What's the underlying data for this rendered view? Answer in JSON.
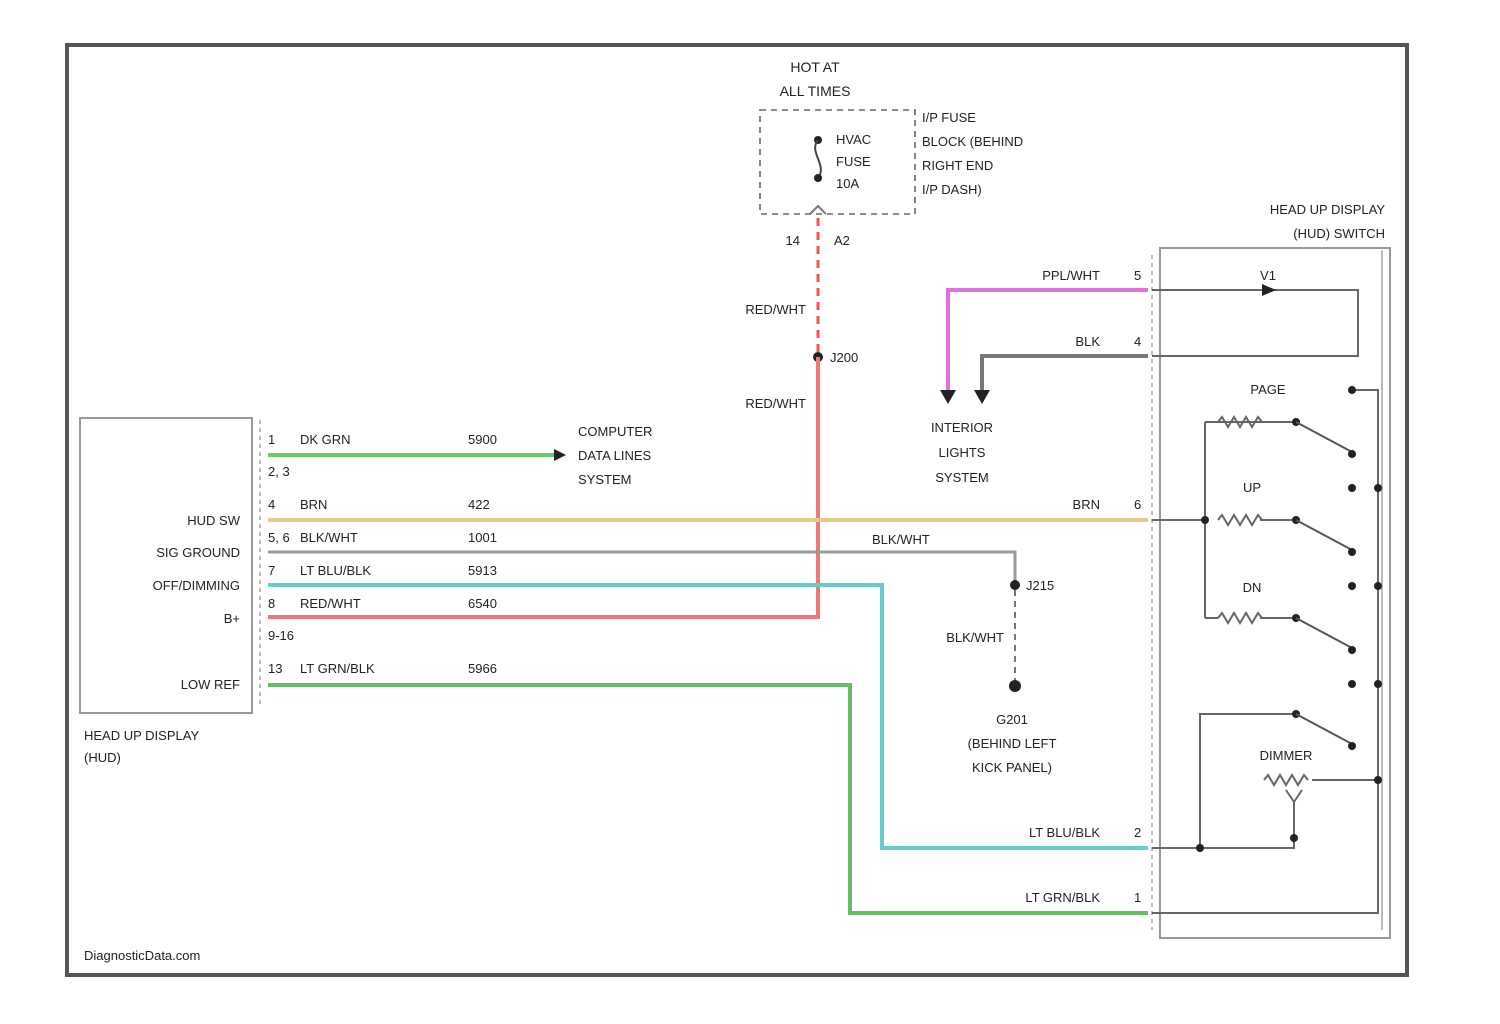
{
  "supply": {
    "title_l1": "HOT AT",
    "title_l2": "ALL TIMES",
    "fuse_l1": "HVAC",
    "fuse_l2": "FUSE",
    "fuse_l3": "10A",
    "block_l1": "I/P FUSE",
    "block_l2": "BLOCK (BEHIND",
    "block_l3": "RIGHT END",
    "block_l4": "I/P DASH)",
    "pin_left": "14",
    "pin_right": "A2"
  },
  "splices": {
    "j200": "J200",
    "j215": "J215"
  },
  "ground": {
    "l1": "G201",
    "l2": "(BEHIND LEFT",
    "l3": "KICK PANEL)"
  },
  "hud": {
    "name_l1": "HEAD UP DISPLAY",
    "name_l2": "(HUD)",
    "terminals": [
      {
        "label": "",
        "pin": "1",
        "color": "DK GRN",
        "circuit": "5900"
      },
      {
        "label": "",
        "pin": "2, 3",
        "color": "",
        "circuit": ""
      },
      {
        "label": "HUD SW",
        "pin": "4",
        "color": "BRN",
        "circuit": "422"
      },
      {
        "label": "SIG GROUND",
        "pin": "5, 6",
        "color": "BLK/WHT",
        "circuit": "1001"
      },
      {
        "label": "OFF/DIMMING",
        "pin": "7",
        "color": "LT BLU/BLK",
        "circuit": "5913"
      },
      {
        "label": "B+",
        "pin": "8",
        "color": "RED/WHT",
        "circuit": "6540"
      },
      {
        "label": "",
        "pin": "9-16",
        "color": "",
        "circuit": ""
      },
      {
        "label": "LOW REF",
        "pin": "13",
        "color": "LT GRN/BLK",
        "circuit": "5966"
      }
    ]
  },
  "cdl": {
    "l1": "COMPUTER",
    "l2": "DATA LINES",
    "l3": "SYSTEM"
  },
  "ils": {
    "l1": "INTERIOR",
    "l2": "LIGHTS",
    "l3": "SYSTEM"
  },
  "switch": {
    "title_l1": "HEAD UP DISPLAY",
    "title_l2": "(HUD) SWITCH",
    "pins": [
      {
        "color": "PPL/WHT",
        "pin": "5"
      },
      {
        "color": "BLK",
        "pin": "4"
      },
      {
        "color": "BRN",
        "pin": "6"
      },
      {
        "color": "LT BLU/BLK",
        "pin": "2"
      },
      {
        "color": "LT GRN/BLK",
        "pin": "1"
      }
    ],
    "positions": [
      "PAGE",
      "UP",
      "DN",
      "DIMMER"
    ],
    "lamp": "V1"
  },
  "wire_labels": {
    "redwht_upper": "RED/WHT",
    "redwht_lower": "RED/WHT",
    "blkwht_right": "BLK/WHT",
    "blkwht_ground": "BLK/WHT"
  },
  "colors": {
    "dk_grn": "#66cc66",
    "brn": "#e8c888",
    "blk_wht": "#999999",
    "lt_blu_blk": "#66cccc",
    "red_wht": "#ee7777",
    "lt_grn_blk": "#66bb66",
    "ppl_wht": "#e070e0",
    "blk": "#777777"
  },
  "watermark": "DiagnosticData.com"
}
